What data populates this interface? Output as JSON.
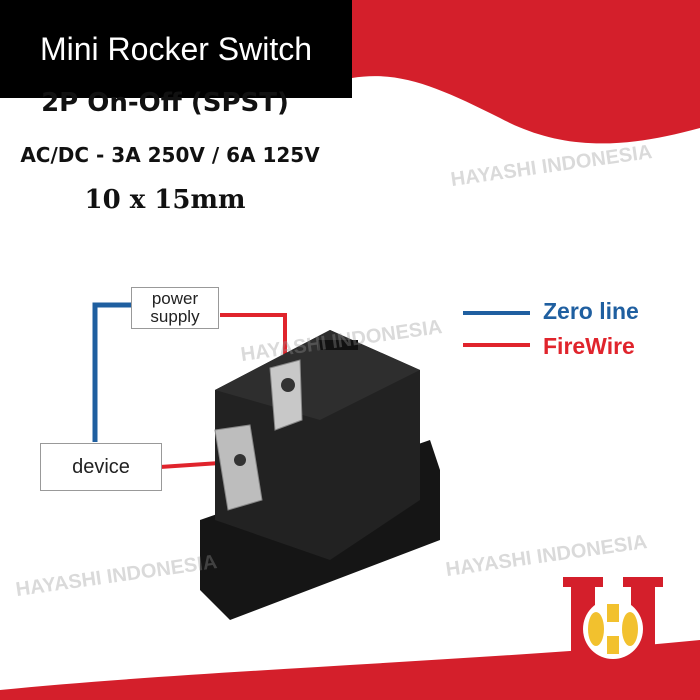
{
  "title": "Mini Rocker Switch",
  "specs": {
    "type": "2P On-Off (SPST)",
    "rating": "AC/DC - 3A 250V / 6A 125V",
    "size": "10 x 15mm"
  },
  "watermark": "HAYASHI INDONESIA",
  "diagram": {
    "power_supply": "power supply",
    "device": "device"
  },
  "legend": {
    "zero": "Zero line",
    "fire": "FireWire"
  },
  "colors": {
    "red": "#d41f2b",
    "blue": "#1f5fa0",
    "fire": "#e0242c",
    "logo_yellow": "#f2c12e"
  }
}
